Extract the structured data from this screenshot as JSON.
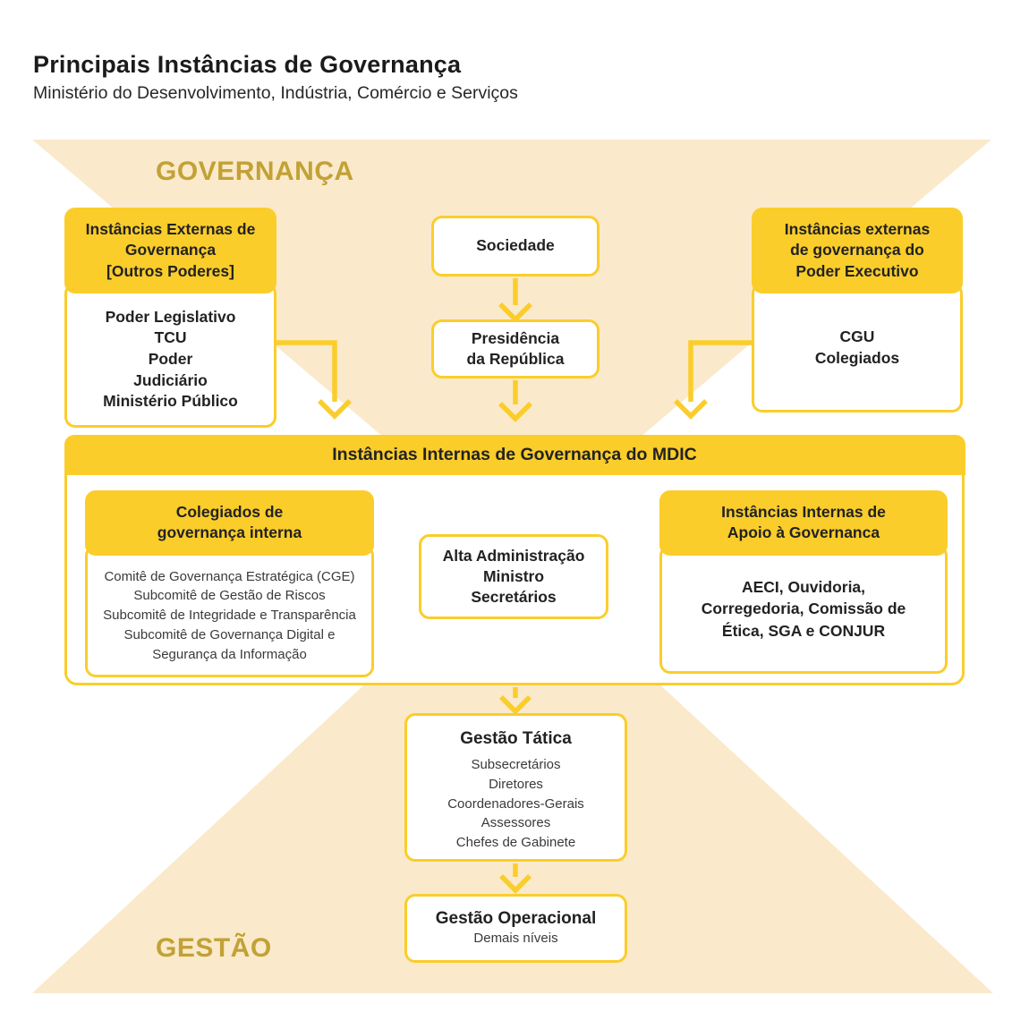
{
  "header": {
    "title": "Principais Instâncias de Governança",
    "subtitle": "Ministério do Desenvolvimento, Indústria, Comércio e Serviços"
  },
  "labels": {
    "governance": "GOVERNANÇA",
    "management": "GESTÃO"
  },
  "colors": {
    "yellow": "#FACD2B",
    "cream": "#FAEACB",
    "gold_text": "#C2A136",
    "text": "#222222"
  },
  "boxes": {
    "outros_poderes": {
      "header_lines": [
        "Instâncias Externas de",
        "Governança",
        "[Outros Poderes]"
      ],
      "items": [
        "Poder Legislativo",
        "TCU",
        "Poder",
        "Judiciário",
        "Ministério Público"
      ]
    },
    "sociedade": {
      "label": "Sociedade"
    },
    "presidencia": {
      "lines": [
        "Presidência",
        "da República"
      ]
    },
    "executivo": {
      "header_lines": [
        "Instâncias externas",
        "de governança do",
        "Poder Executivo"
      ],
      "items": [
        "CGU",
        "Colegiados"
      ]
    },
    "mdic": {
      "header": "Instâncias Internas de Governança do MDIC",
      "colegiados": {
        "header_lines": [
          "Colegiados de",
          "governança interna"
        ],
        "items": [
          "Comitê de Governança Estratégica (CGE)",
          "Subcomitê de Gestão de Riscos",
          "Subcomitê de Integridade e Transparência",
          "Subcomitê de Governança Digital e Segurança da Informação"
        ]
      },
      "alta": {
        "lines": [
          "Alta Administração",
          "Ministro",
          "Secretários"
        ]
      },
      "apoio": {
        "header_lines": [
          "Instâncias Internas de",
          "Apoio à Governanca"
        ],
        "body_lines": [
          "AECI, Ouvidoria,",
          "Corregedoria, Comissão de",
          "Ética, SGA e CONJUR"
        ]
      }
    },
    "tatica": {
      "title": "Gestão Tática",
      "items": [
        "Subsecretários",
        "Diretores",
        "Coordenadores-Gerais",
        "Assessores",
        "Chefes de Gabinete"
      ]
    },
    "operacional": {
      "title": "Gestão Operacional",
      "subtitle": "Demais níveis"
    }
  }
}
